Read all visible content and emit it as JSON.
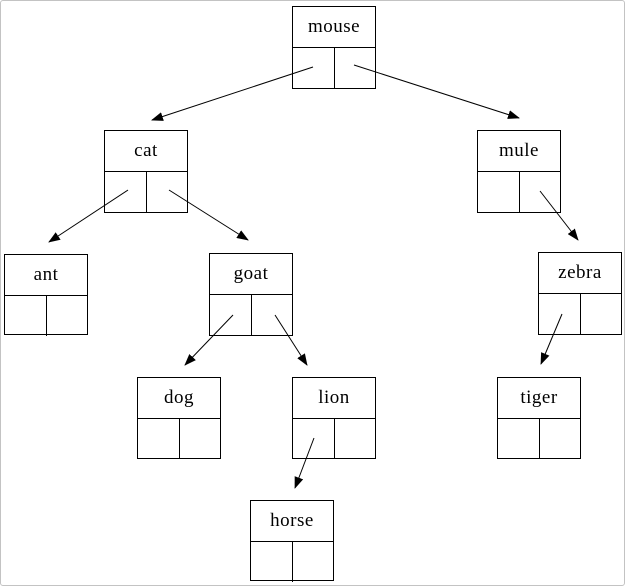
{
  "diagram": {
    "type": "binary-tree",
    "nodes": [
      {
        "id": "mouse",
        "label": "mouse"
      },
      {
        "id": "cat",
        "label": "cat"
      },
      {
        "id": "mule",
        "label": "mule"
      },
      {
        "id": "ant",
        "label": "ant"
      },
      {
        "id": "goat",
        "label": "goat"
      },
      {
        "id": "zebra",
        "label": "zebra"
      },
      {
        "id": "dog",
        "label": "dog"
      },
      {
        "id": "lion",
        "label": "lion"
      },
      {
        "id": "tiger",
        "label": "tiger"
      },
      {
        "id": "horse",
        "label": "horse"
      }
    ],
    "edges": [
      {
        "from": "mouse",
        "pointer": "left",
        "to": "cat"
      },
      {
        "from": "mouse",
        "pointer": "right",
        "to": "mule"
      },
      {
        "from": "cat",
        "pointer": "left",
        "to": "ant"
      },
      {
        "from": "cat",
        "pointer": "right",
        "to": "goat"
      },
      {
        "from": "goat",
        "pointer": "left",
        "to": "dog"
      },
      {
        "from": "goat",
        "pointer": "right",
        "to": "lion"
      },
      {
        "from": "mule",
        "pointer": "right",
        "to": "zebra"
      },
      {
        "from": "zebra",
        "pointer": "left",
        "to": "tiger"
      },
      {
        "from": "lion",
        "pointer": "left",
        "to": "horse"
      }
    ],
    "colors": {
      "line": "#000000",
      "background": "#ffffff",
      "page_border": "#c3c3c3"
    }
  }
}
